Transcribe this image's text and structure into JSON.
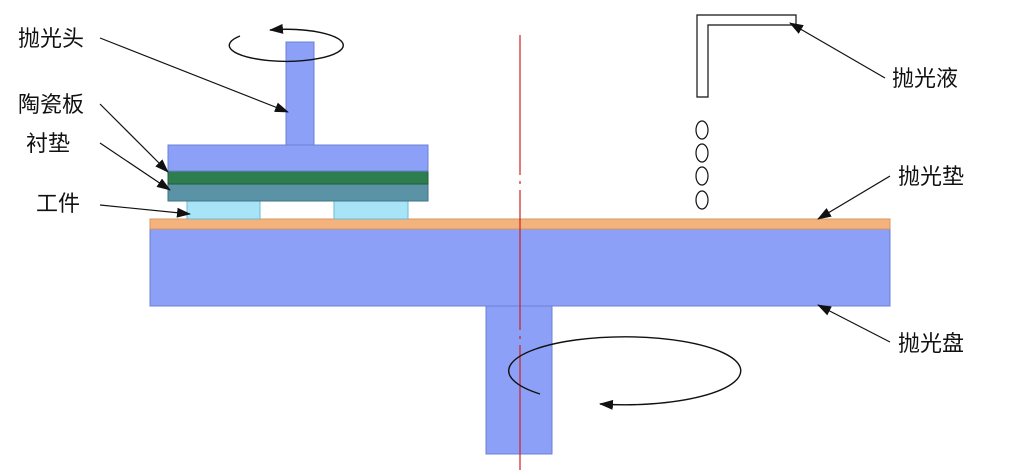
{
  "labels": {
    "polishing_head": "抛光头",
    "ceramic_plate": "陶瓷板",
    "backing_pad": "衬垫",
    "workpiece": "工件",
    "polishing_slurry": "抛光液",
    "polishing_pad": "抛光垫",
    "polishing_platen": "抛光盘"
  },
  "colors": {
    "platen": "#8ca0f7",
    "pad": "#f4b27c",
    "ceramic": "#2e7d4f",
    "backing": "#5b93a6",
    "workpiece": "#a8e4f7",
    "axis": "#cc2222",
    "line": "#111111"
  }
}
